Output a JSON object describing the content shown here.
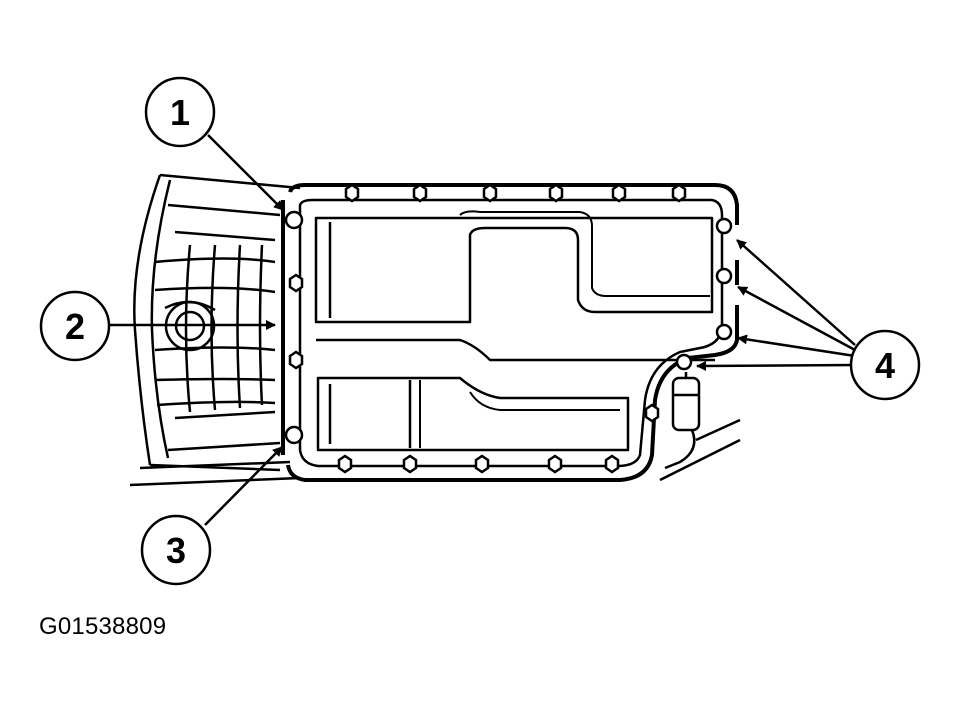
{
  "figure": {
    "id_label": "G01538809"
  },
  "callouts": [
    {
      "number": "1"
    },
    {
      "number": "2"
    },
    {
      "number": "3"
    },
    {
      "number": "4"
    }
  ],
  "colors": {
    "line": "#000000",
    "background": "#ffffff"
  }
}
